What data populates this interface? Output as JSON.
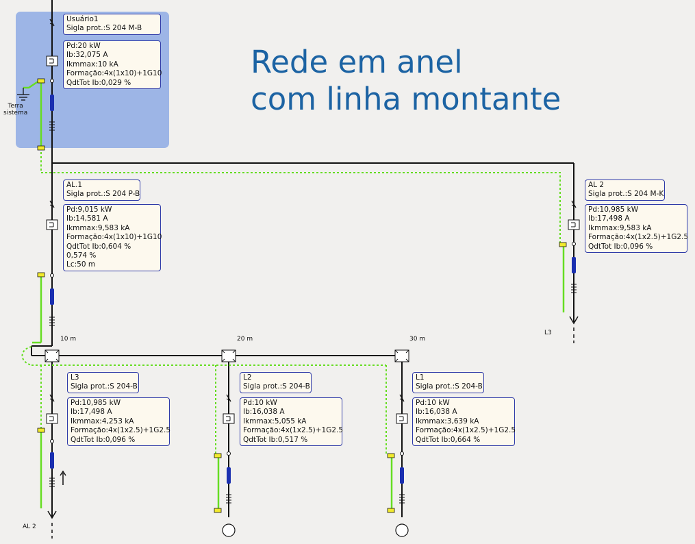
{
  "title": {
    "line1": "Rede em anel",
    "line2": "com linha montante"
  },
  "earth": {
    "line1": "Terra",
    "line2": "sistema"
  },
  "colors": {
    "user_area": "#9db5e6",
    "box_border": "#2e3aa8",
    "box_fill": "#fdf9ee",
    "earth_line": "#66dd22",
    "title": "#1c63a3",
    "protection_device": "#1a2fb0"
  },
  "circuits": {
    "usuario1": {
      "name": "Usuário1",
      "sigla": "Sigla prot.:S 204 M-B",
      "lines": [
        "Pd:20 kW",
        "Ib:32,075 A",
        "Ikmmax:10 kA",
        "Formação:4x(1x10)+1G10",
        "QdtTot Ib:0,029 %"
      ]
    },
    "al1": {
      "name": "AL.1",
      "sigla": "Sigla prot.:S 204 P-B",
      "lines": [
        "Pd:9,015 kW",
        "Ib:14,581 A",
        "Ikmmax:9,583 kA",
        "Formação:4x(1x10)+1G10",
        "QdtTot Ib:0,604 %",
        "0,574 %",
        "Lc:50 m"
      ]
    },
    "al2": {
      "name": "AL 2",
      "sigla": "Sigla prot.:S 204 M-K",
      "lines": [
        "Pd:10,985 kW",
        "Ib:17,498 A",
        "Ikmmax:9,583 kA",
        "Formação:4x(1x2.5)+1G2.5",
        "QdtTot Ib:0,096 %"
      ]
    },
    "l3": {
      "name": "L3",
      "sigla": "Sigla prot.:S 204-B",
      "lines": [
        "Pd:10,985 kW",
        "Ib:17,498 A",
        "Ikmmax:4,253 kA",
        "Formação:4x(1x2.5)+1G2.5",
        "QdtTot Ib:0,096 %"
      ]
    },
    "l2": {
      "name": "L2",
      "sigla": "Sigla prot.:S 204-B",
      "lines": [
        "Pd:10 kW",
        "Ib:16,038 A",
        "Ikmmax:5,055 kA",
        "Formação:4x(1x2.5)+1G2.5",
        "QdtTot Ib:0,517 %"
      ]
    },
    "l1": {
      "name": "L1",
      "sigla": "Sigla prot.:S 204-B",
      "lines": [
        "Pd:10 kW",
        "Ib:16,038 A",
        "Ikmmax:3,639 kA",
        "Formação:4x(1x2.5)+1G2.5",
        "QdtTot Ib:0,664 %"
      ]
    }
  },
  "distances": {
    "d1": "10 m",
    "d2": "20 m",
    "d3": "30 m"
  },
  "refs": {
    "al2_end": "L3",
    "l3_end": "AL 2"
  }
}
